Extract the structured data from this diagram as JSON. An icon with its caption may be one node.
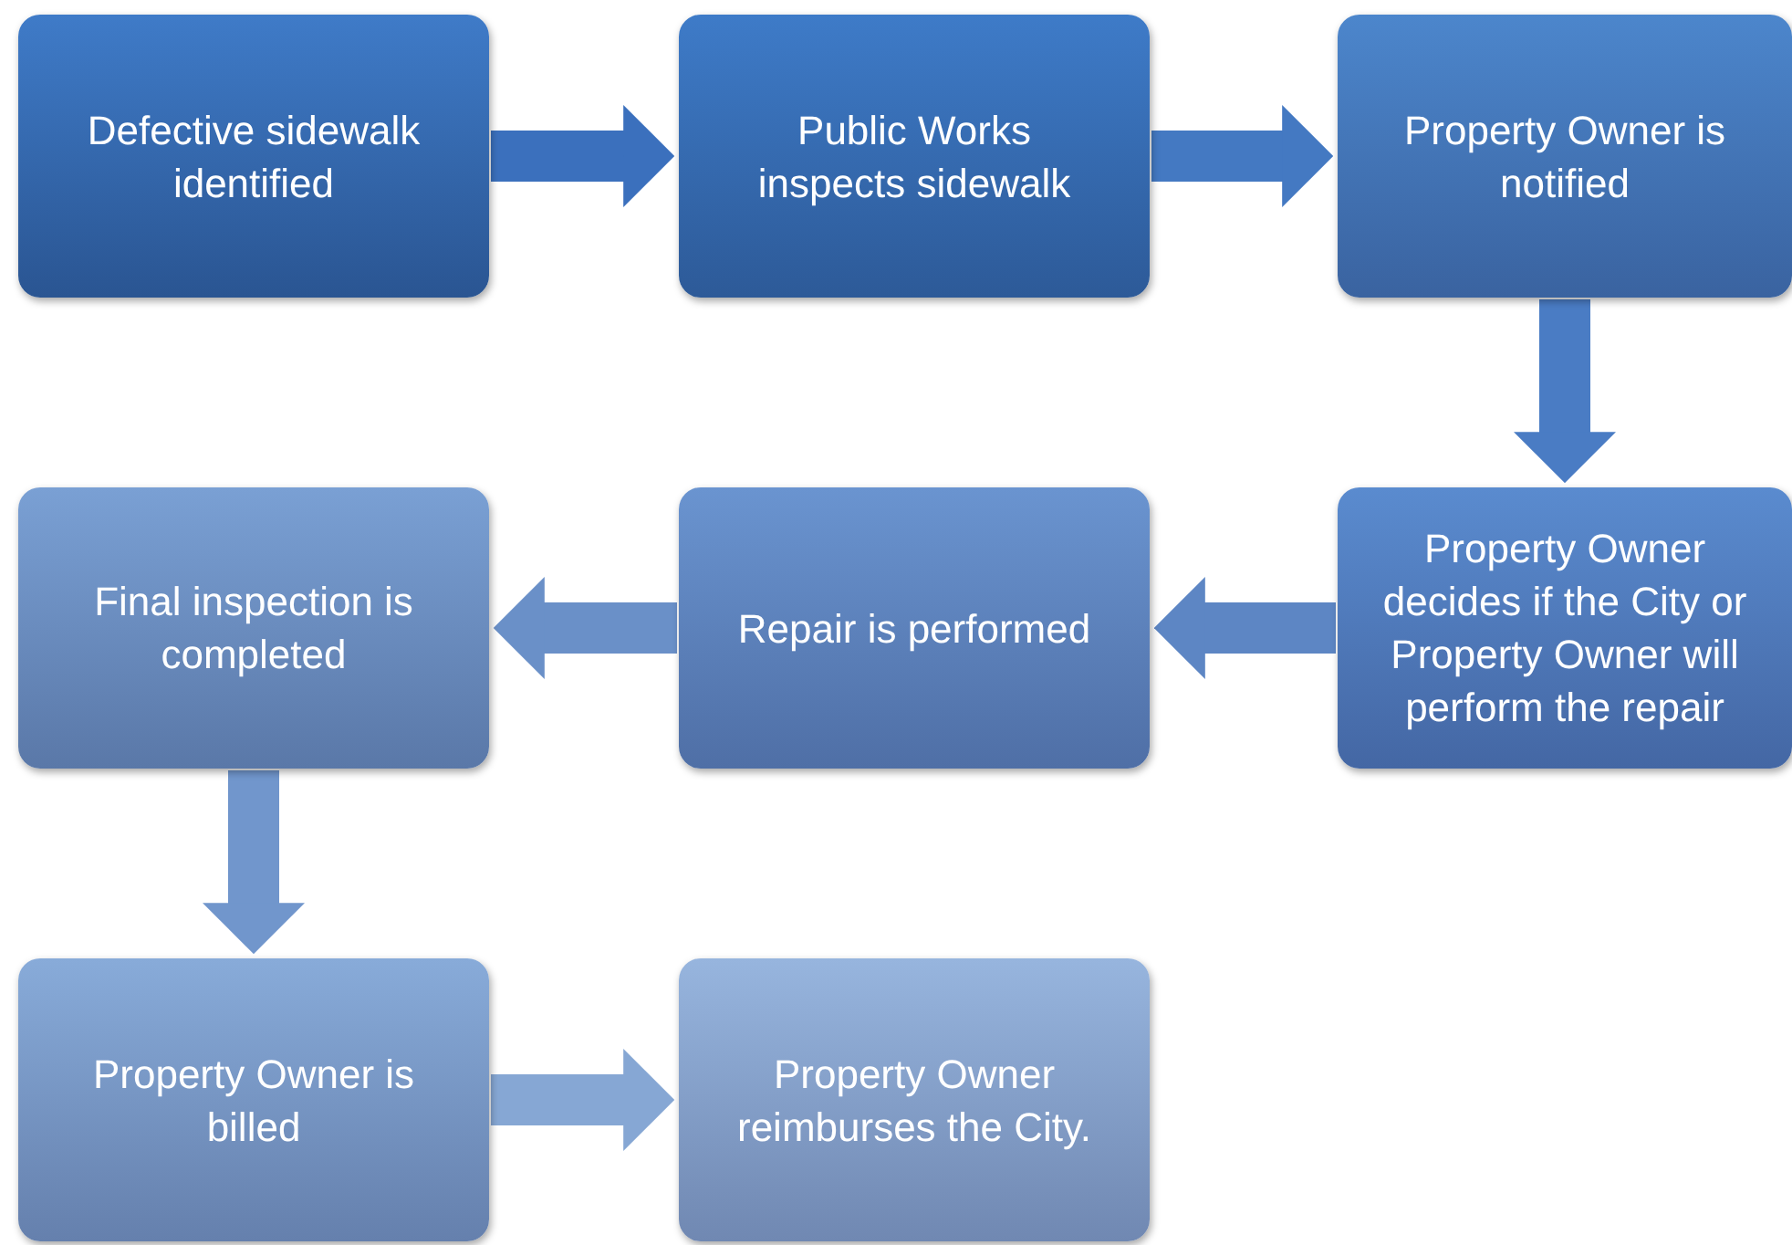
{
  "diagram": {
    "nodes": [
      {
        "text": [
          "Defective sidewalk identified"
        ]
      },
      {
        "text": [
          "Public Works inspects sidewalk"
        ]
      },
      {
        "text": [
          "Property Owner is notified"
        ]
      },
      {
        "text": [
          "Final inspection is completed"
        ]
      },
      {
        "text": [
          "Repair is performed"
        ]
      },
      {
        "text": [
          "Property Owner decides if the City or Property Owner will perform the repair"
        ]
      },
      {
        "text": [
          "Property Owner is billed"
        ]
      },
      {
        "text": [
          "Property Owner reimburses the City."
        ]
      }
    ],
    "edges": [
      {
        "from": 0,
        "to": 1,
        "arrow": "to"
      },
      {
        "from": 1,
        "to": 2,
        "arrow": "to"
      },
      {
        "from": 2,
        "to": 5,
        "arrow": "to"
      },
      {
        "from": 5,
        "to": 4,
        "arrow": "to"
      },
      {
        "from": 4,
        "to": 3,
        "arrow": "to"
      },
      {
        "from": 3,
        "to": 6,
        "arrow": "to"
      },
      {
        "from": 6,
        "to": 7,
        "arrow": "to"
      }
    ]
  }
}
